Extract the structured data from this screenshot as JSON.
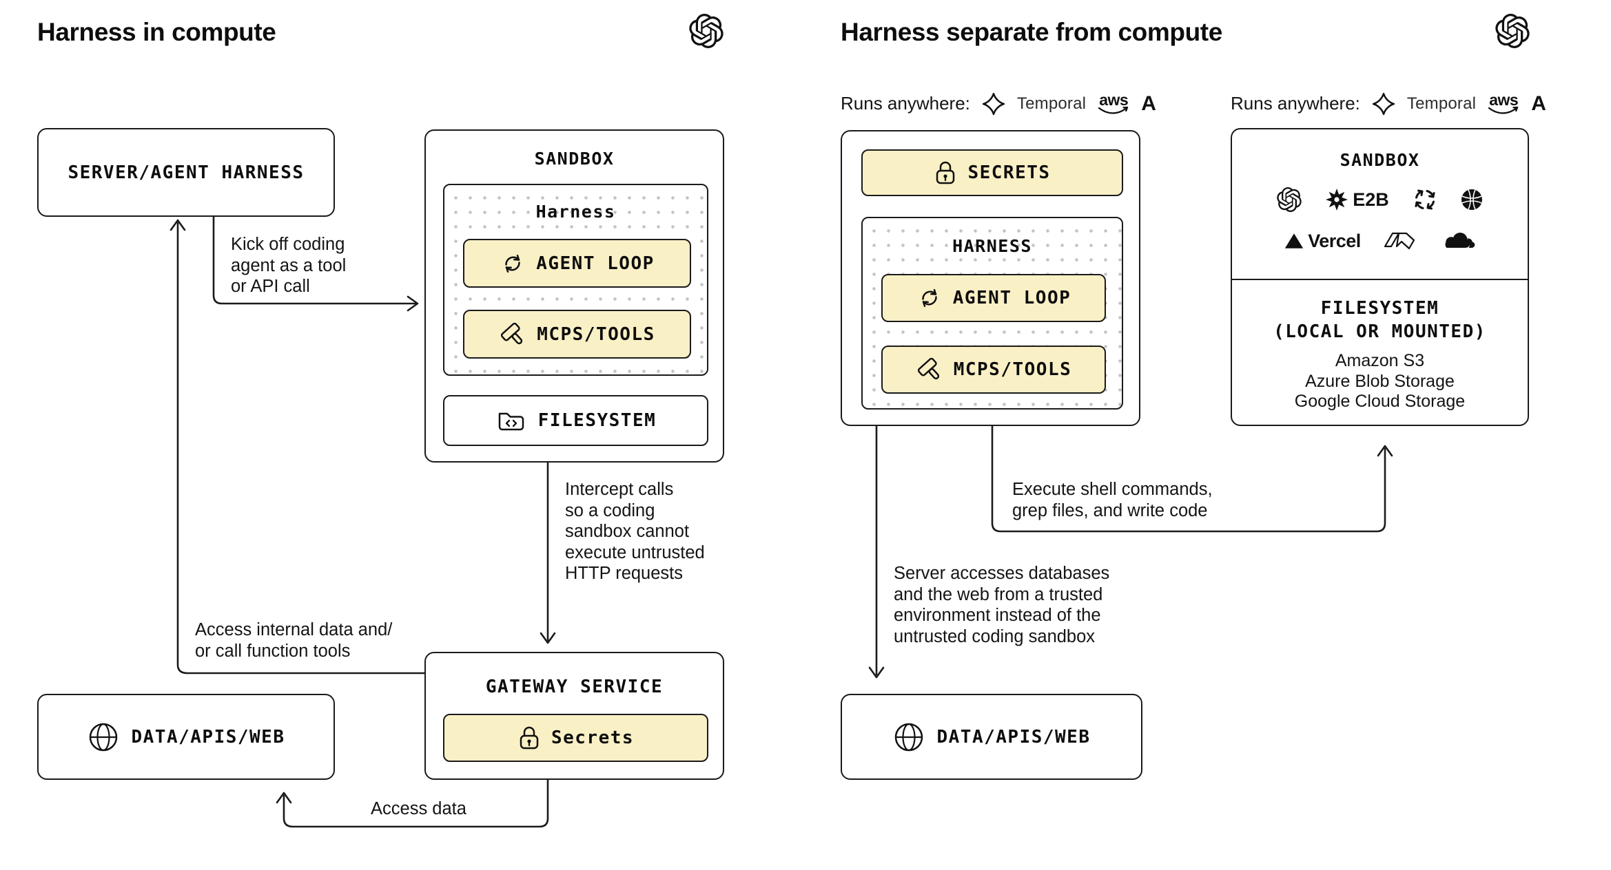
{
  "colors": {
    "background": "#ffffff",
    "accent_yellow": "#faf0c6",
    "border": "#1a1a1a",
    "dot_gray": "#c4c4c4",
    "text": "#0d0d0d"
  },
  "left": {
    "title": "Harness in compute",
    "server_box": {
      "label": "SERVER/AGENT HARNESS"
    },
    "sandbox_box": {
      "title": "SANDBOX",
      "harness_group": {
        "title": "Harness",
        "agent_loop_label": "AGENT LOOP",
        "mcps_tools_label": "MCPS/TOOLS"
      },
      "filesystem_label": "FILESYSTEM"
    },
    "gateway_box": {
      "title": "GATEWAY SERVICE",
      "secrets_label": "Secrets"
    },
    "data_box": {
      "label": "DATA/APIS/WEB"
    },
    "annotations": {
      "kick_off": "Kick off coding\nagent as a tool\nor API call",
      "intercept": "Intercept calls\nso a coding\nsandbox cannot\nexecute untrusted\nHTTP requests",
      "access_internal": "Access internal data and/\nor call function tools",
      "access_data": "Access data"
    }
  },
  "right": {
    "title": "Harness separate from compute",
    "runs_anywhere_label": "Runs anywhere:",
    "temporal_label": "Temporal",
    "aws_label": "aws",
    "anthropic_label": "A",
    "harness_box": {
      "secrets_label": "SECRETS",
      "harness_group": {
        "title": "HARNESS",
        "agent_loop_label": "AGENT LOOP",
        "mcps_tools_label": "MCPS/TOOLS"
      }
    },
    "sandbox_box": {
      "title": "SANDBOX",
      "e2b_label": "E2B",
      "vercel_label": "Vercel",
      "filesystem_title": "FILESYSTEM\n(LOCAL OR MOUNTED)",
      "storage_options": "Amazon S3\nAzure Blob Storage\nGoogle Cloud Storage"
    },
    "data_box": {
      "label": "DATA/APIS/WEB"
    },
    "annotations": {
      "execute_shell": "Execute shell commands,\ngrep files, and write code",
      "server_accesses": "Server accesses databases\nand the web from a trusted\nenvironment instead of the\nuntrusted coding sandbox"
    }
  }
}
